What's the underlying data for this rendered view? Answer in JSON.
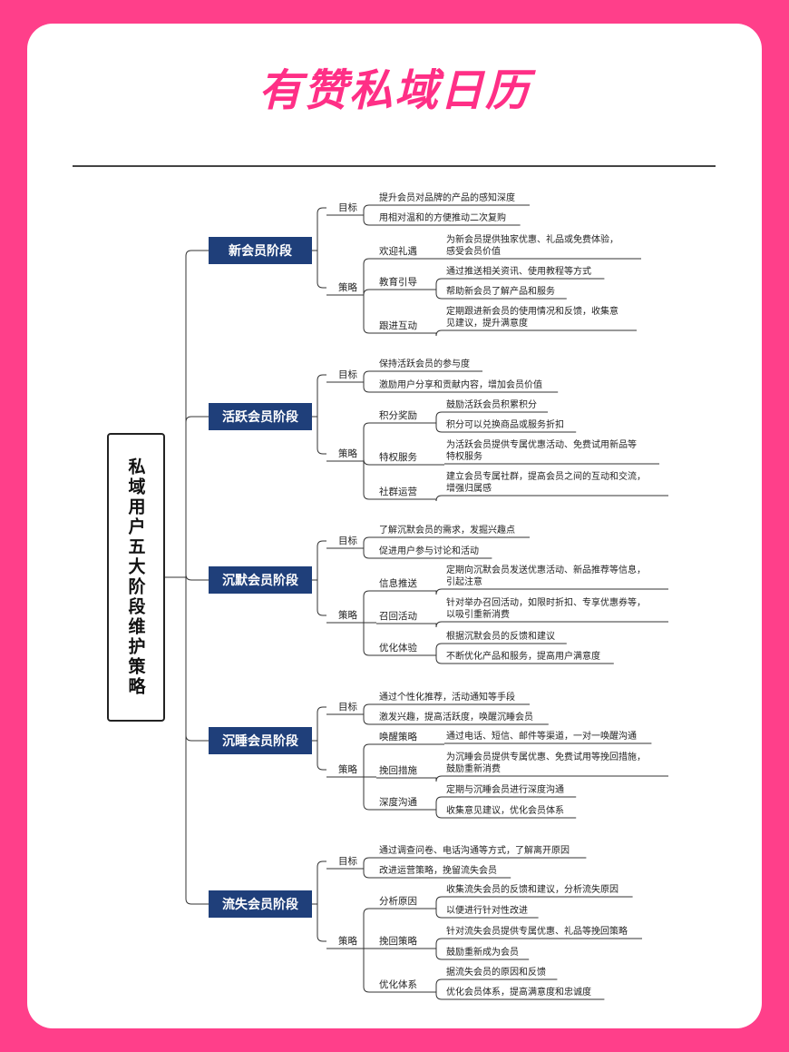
{
  "header": {
    "title": "有赞私域日历"
  },
  "root": {
    "label": "私域用户五大阶段维护策略"
  },
  "labels": {
    "goal": "目标",
    "strategy": "策略"
  },
  "stages": [
    {
      "name": "新会员阶段",
      "goals": [
        "提升会员对品牌的产品的感知深度",
        "用相对温和的方便推动二次复购"
      ],
      "strategies": [
        {
          "name": "欢迎礼遇",
          "items": [
            "为新会员提供独家优惠、礼品或免费体验，感受会员价值"
          ]
        },
        {
          "name": "教育引导",
          "items": [
            "通过推送相关资讯、使用教程等方式",
            "帮助新会员了解产品和服务"
          ]
        },
        {
          "name": "跟进互动",
          "items": [
            "定期跟进新会员的使用情况和反馈，收集意见建议，提升满意度"
          ]
        }
      ]
    },
    {
      "name": "活跃会员阶段",
      "goals": [
        "保持活跃会员的参与度",
        "激励用户分享和贡献内容，增加会员价值"
      ],
      "strategies": [
        {
          "name": "积分奖励",
          "items": [
            "鼓励活跃会员积累积分",
            "积分可以兑换商品或服务折扣"
          ]
        },
        {
          "name": "特权服务",
          "items": [
            "为活跃会员提供专属优惠活动、免费试用新品等特权服务"
          ]
        },
        {
          "name": "社群运营",
          "items": [
            "建立会员专属社群，提高会员之间的互动和交流，增强归属感"
          ]
        }
      ]
    },
    {
      "name": "沉默会员阶段",
      "goals": [
        "了解沉默会员的需求，发掘兴趣点",
        "促进用户参与讨论和活动"
      ],
      "strategies": [
        {
          "name": "信息推送",
          "items": [
            "定期向沉默会员发送优惠活动、新品推荐等信息，引起注意"
          ]
        },
        {
          "name": "召回活动",
          "items": [
            "针对举办召回活动，如限时折扣、专享优惠券等，以吸引重新消费"
          ]
        },
        {
          "name": "优化体验",
          "items": [
            "根据沉默会员的反馈和建议",
            "不断优化产品和服务，提高用户满意度"
          ]
        }
      ]
    },
    {
      "name": "沉睡会员阶段",
      "goals": [
        "通过个性化推荐，活动通知等手段",
        "激发兴趣，提高活跃度，唤醒沉睡会员"
      ],
      "strategies": [
        {
          "name": "唤醒策略",
          "items": [
            "通过电话、短信、邮件等渠道，一对一唤醒沟通"
          ]
        },
        {
          "name": "挽回措施",
          "items": [
            "为沉睡会员提供专属优惠、免费试用等挽回措施，鼓励重新消费"
          ]
        },
        {
          "name": "深度沟通",
          "items": [
            "定期与沉睡会员进行深度沟通",
            "收集意见建议，优化会员体系"
          ]
        }
      ]
    },
    {
      "name": "流失会员阶段",
      "goals": [
        "通过调查问卷、电话沟通等方式，了解离开原因",
        "改进运营策略，挽留流失会员"
      ],
      "strategies": [
        {
          "name": "分析原因",
          "items": [
            "收集流失会员的反馈和建议，分析流失原因",
            "以便进行针对性改进"
          ]
        },
        {
          "name": "挽回策略",
          "items": [
            "针对流失会员提供专属优惠、礼品等挽回策略",
            "鼓励重新成为会员"
          ]
        },
        {
          "name": "优化体系",
          "items": [
            "据流失会员的原因和反馈",
            "优化会员体系，提高满意度和忠诚度"
          ]
        }
      ]
    }
  ]
}
